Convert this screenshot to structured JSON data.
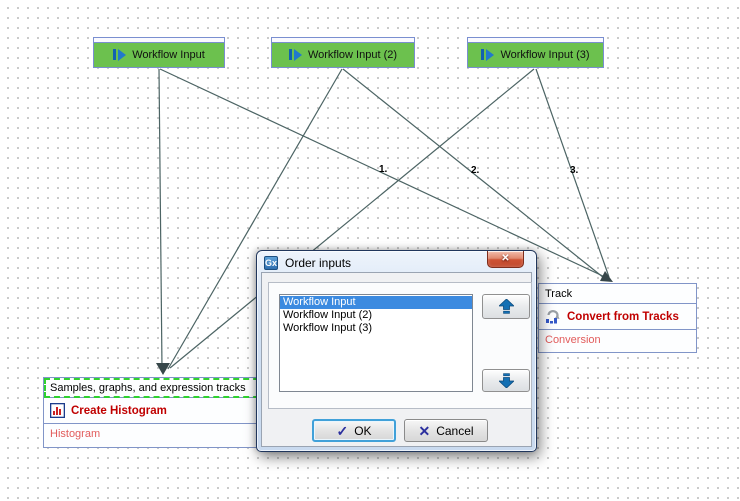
{
  "workflow": {
    "inputs": [
      {
        "label": "Workflow Input"
      },
      {
        "label": "Workflow Input (2)"
      },
      {
        "label": "Workflow Input (3)"
      }
    ],
    "edge_labels": [
      "1.",
      "2.",
      "3."
    ],
    "histogram_node": {
      "input": "Samples, graphs, and expression tracks",
      "tool": "Create Histogram",
      "output": "Histogram"
    },
    "convert_node": {
      "input": "Track",
      "tool": "Convert from Tracks",
      "output": "Conversion"
    }
  },
  "dialog": {
    "title": "Order inputs",
    "app_icon_text": "Gx",
    "list_items": [
      "Workflow Input",
      "Workflow Input (2)",
      "Workflow Input (3)"
    ],
    "selected_index": 0,
    "ok_label": "OK",
    "cancel_label": "Cancel"
  },
  "icons": {
    "close": "✕",
    "ok_check": "✓",
    "cancel_cross": "✕"
  },
  "colors": {
    "input_node_green": "#6cc14e",
    "node_border_blue": "#7a8fd0",
    "edge_line": "#4c6464",
    "tool_text_red": "#c00000",
    "output_text_red": "#e25c5c",
    "selection_blue": "#3b8ae0",
    "drop_target_green": "#2fd12f",
    "titlebar_blue": "#d2e1f3",
    "close_button_red": "#ce5234"
  }
}
